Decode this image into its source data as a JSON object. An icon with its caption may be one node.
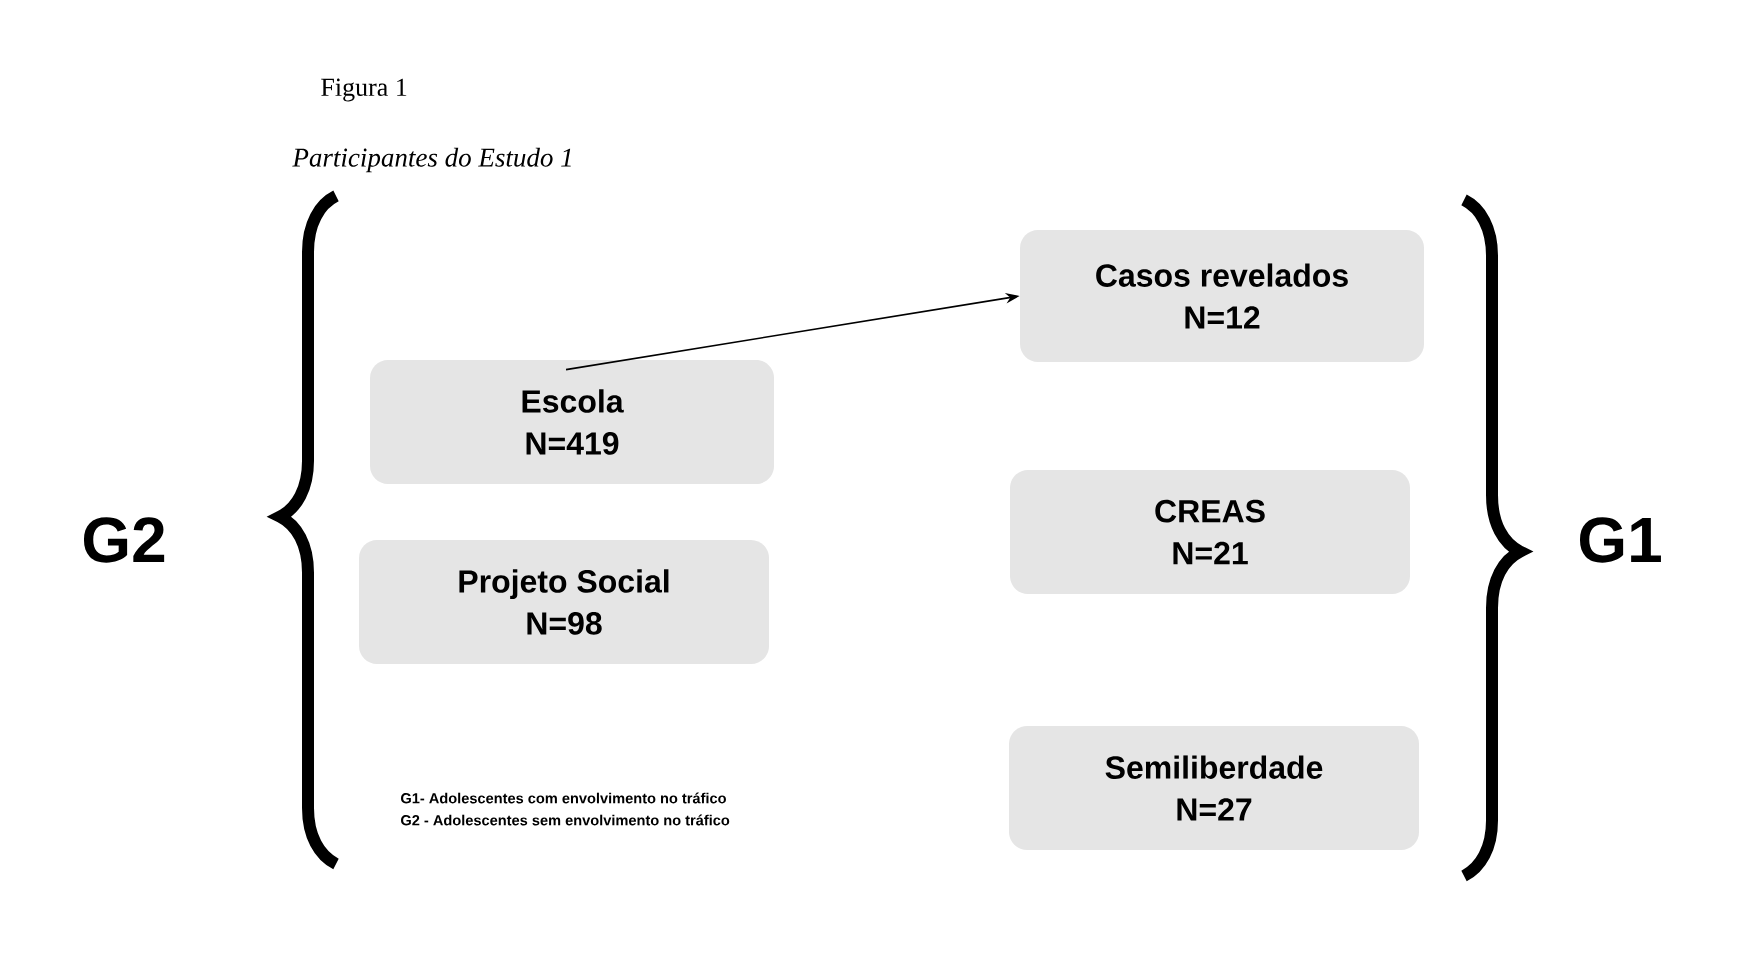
{
  "diagram": {
    "title": "Figura 1",
    "caption": "Participantes do Estudo 1",
    "nodes": [
      {
        "text": [
          "Casos revelados",
          "N=12"
        ]
      },
      {
        "text": [
          "Escola",
          "N=419"
        ]
      },
      {
        "text": [
          "CREAS",
          "N=21"
        ]
      },
      {
        "text": [
          "Projeto Social",
          "N=98"
        ]
      },
      {
        "text": [
          "Semiliberdade",
          "N=27"
        ]
      }
    ],
    "edges": [
      {
        "from": 1,
        "to": 0,
        "arrow": "to"
      }
    ],
    "labels": [
      "G2",
      "G1",
      "G1- Adolescentes com envolvimento no tráfico",
      "G2 - Adolescentes sem envolvimento no tráfico"
    ]
  }
}
